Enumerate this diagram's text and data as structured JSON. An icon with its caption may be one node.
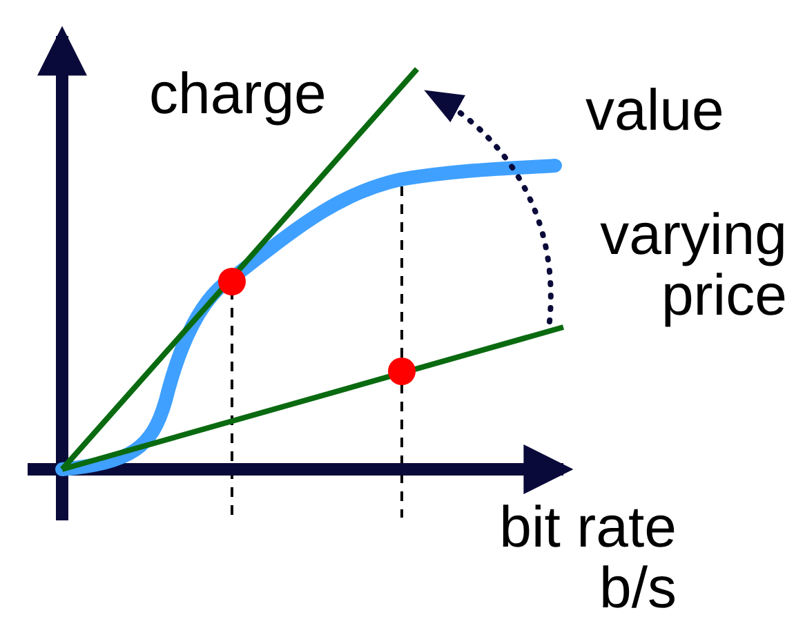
{
  "diagram": {
    "labels": [
      "charge",
      "value",
      "varying price",
      "bit rate b/s"
    ]
  }
}
